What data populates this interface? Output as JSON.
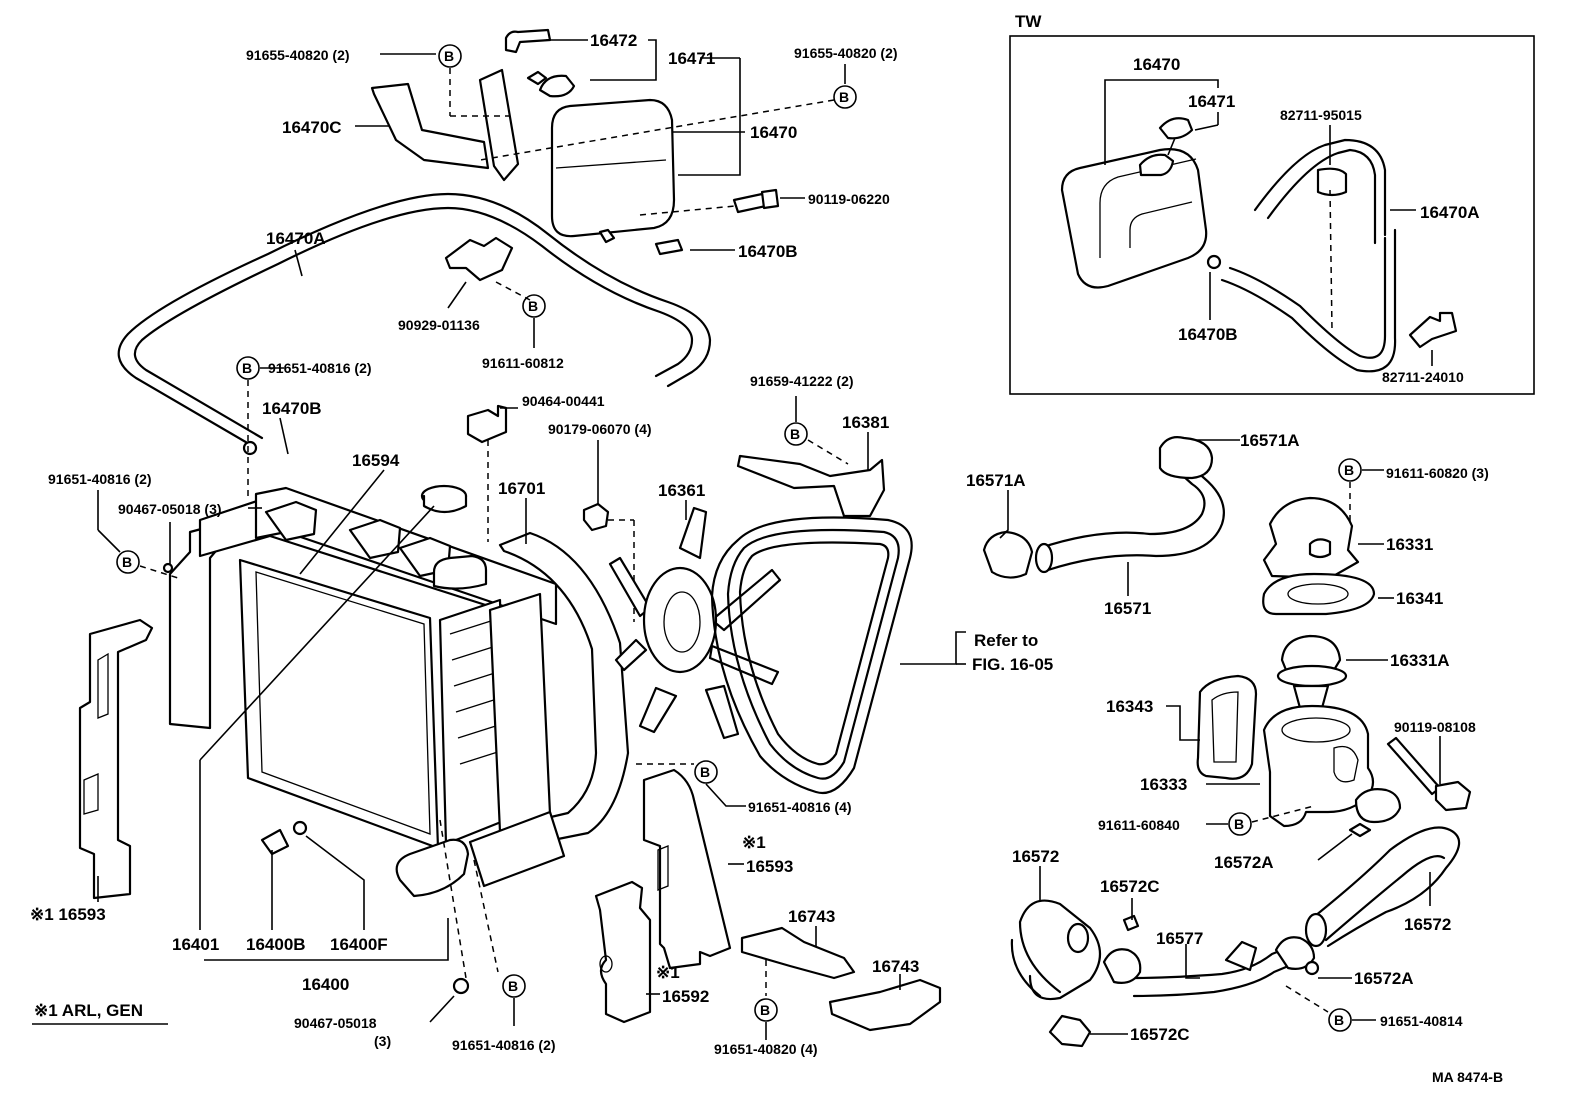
{
  "diagram": {
    "doc_code": "MA 8474-B",
    "inset": {
      "title": "TW"
    },
    "footnote": "※1 ARL, GEN",
    "bolt_symbol": "B"
  },
  "labels": {
    "p91655_40820_tl": "91655-40820 (2)",
    "p16472": "16472",
    "p16471": "16471",
    "p91655_40820_tr": "91655-40820 (2)",
    "p16470C": "16470C",
    "p16470": "16470",
    "p90119_06220": "90119-06220",
    "p16470A": "16470A",
    "p16470B_top": "16470B",
    "p90929_01136": "90929-01136",
    "p91611_60812": "91611-60812",
    "p91651_40816_a": "91651-40816 (2)",
    "p16470B_left": "16470B",
    "p90464_00441": "90464-00441",
    "p91659_41222": "91659-41222 (2)",
    "p90179_06070": "90179-06070 (4)",
    "p16381": "16381",
    "p16594": "16594",
    "p16701": "16701",
    "p16361": "16361",
    "p91651_40816_b": "91651-40816 (2)",
    "p90467_05018_a": "90467-05018 (3)",
    "refer_to": "Refer to",
    "fig": "FIG. 16-05",
    "p16571A_top": "16571A",
    "p16571A_left": "16571A",
    "p91611_60820": "91611-60820 (3)",
    "p16331": "16331",
    "p16341": "16341",
    "p16571": "16571",
    "p16331A": "16331A",
    "p16343": "16343",
    "p90119_08108": "90119-08108",
    "p16333": "16333",
    "p91651_40816_c": "91651-40816 (4)",
    "p91611_60840": "91611-60840",
    "p16572A_a": "16572A",
    "mark1_a": "※1",
    "p16593_mid": "16593",
    "p16593_left": "※1 16593",
    "p16572_left": "16572",
    "p16572C_top": "16572C",
    "p16577": "16577",
    "p16572_right": "16572",
    "p16743_a": "16743",
    "p16743_b": "16743",
    "p16401": "16401",
    "p16400B": "16400B",
    "p16400F": "16400F",
    "mark1_b": "※1",
    "p16400": "16400",
    "p16592": "16592",
    "p16572A_b": "16572A",
    "p90467_05018_b": "90467-05018",
    "p90467_05018_b_qty": "(3)",
    "p91651_40816_d": "91651-40816 (2)",
    "p91651_40820_b": "91651-40820 (4)",
    "p16572C_bot": "16572C",
    "p91651_40814": "91651-40814",
    "tw_16470": "16470",
    "tw_16471": "16471",
    "tw_82711_95015": "82711-95015",
    "tw_16470A": "16470A",
    "tw_16470B": "16470B",
    "tw_82711_24010": "82711-24010"
  }
}
